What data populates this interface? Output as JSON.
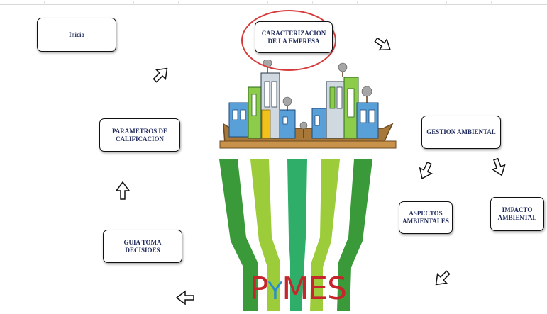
{
  "nav": {
    "inicio": "Inicio",
    "caracterizacion": "CARACTERIZACION DE LA EMPRESA",
    "parametros": "PARAMETROS DE CALIFICACION",
    "guia": "GUIA TOMA DECISIOES",
    "gestion": "GESTION AMBIENTAL",
    "aspectos": "ASPECTOS AMBIENTALES",
    "impacto": "IMPACTO AMBIENTAL"
  },
  "logo": {
    "text_p": "P",
    "text_y": "Y",
    "text_mes": "MES"
  },
  "colors": {
    "highlight": "#d63b3b",
    "label": "#1f2a5c",
    "logo_red": "#c4262c",
    "logo_blue": "#2a8ec8",
    "stripe_dark": "#3a9a3a",
    "stripe_light": "#9ccc3a",
    "stripe_teal": "#2fae6a"
  },
  "icons": [
    "outline-arrow-icon"
  ]
}
